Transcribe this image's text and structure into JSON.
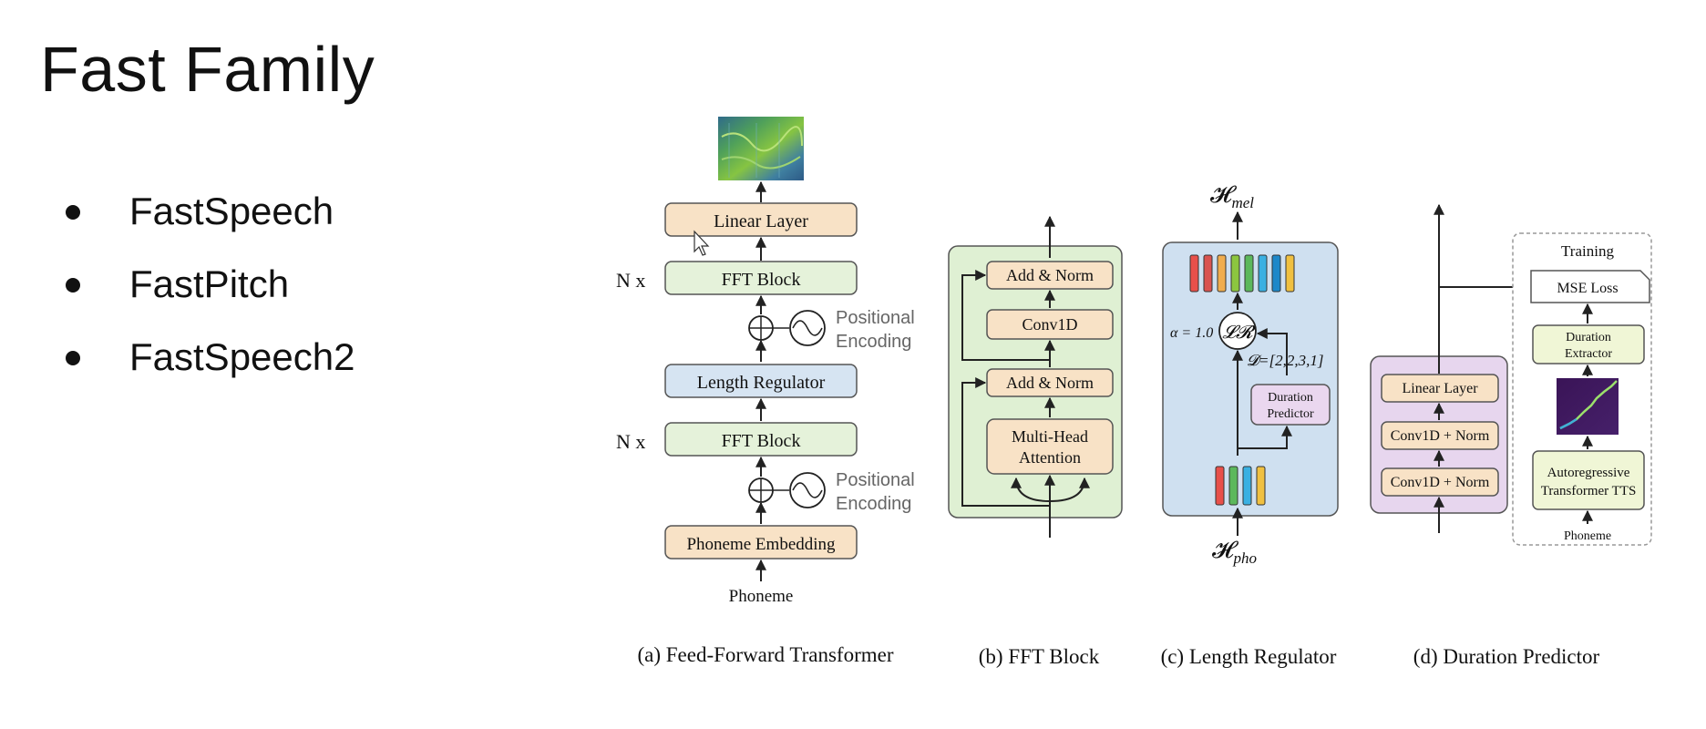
{
  "title": "Fast Family",
  "bullets": [
    "FastSpeech",
    "FastPitch",
    "FastSpeech2"
  ],
  "panel_a": {
    "linear_layer": "Linear Layer",
    "fft_block": "FFT Block",
    "length_regulator": "Length Regulator",
    "phoneme_embedding": "Phoneme Embedding",
    "phoneme": "Phoneme",
    "n_x": "N x",
    "positional_1": "Positional",
    "encoding_1": "Encoding",
    "caption": "(a) Feed-Forward Transformer"
  },
  "panel_b": {
    "add_norm": "Add & Norm",
    "conv1d": "Conv1D",
    "multi_head_1": "Multi-Head",
    "multi_head_2": "Attention",
    "caption": "(b) FFT Block"
  },
  "panel_c": {
    "h_mel": "𝓗",
    "h_mel_sub": "mel",
    "h_pho": "𝓗",
    "h_pho_sub": "pho",
    "alpha": "α = 1.0",
    "lr": "𝓛𝓡",
    "d_vector": "𝓓=[2,2,3,1]",
    "duration_1": "Duration",
    "duration_2": "Predictor",
    "caption": "(c) Length Regulator",
    "mel_colors": [
      "#e8504a",
      "#d9534f",
      "#f0ad4e",
      "#8cc63f",
      "#5cb85c",
      "#3ab0e2",
      "#1e88c9",
      "#f0c040"
    ],
    "pho_colors": [
      "#e8504a",
      "#5cb85c",
      "#3ab0e2",
      "#f0c040"
    ]
  },
  "panel_d": {
    "linear_layer": "Linear Layer",
    "conv_norm": "Conv1D + Norm",
    "training": "Training",
    "mse_loss": "MSE Loss",
    "duration_extractor_1": "Duration",
    "duration_extractor_2": "Extractor",
    "autoregressive_1": "Autoregressive",
    "autoregressive_2": "Transformer TTS",
    "phoneme": "Phoneme",
    "caption": "(d) Duration Predictor"
  },
  "colors": {
    "orange_box": "#f8e2c6",
    "green_box": "#e5f2da",
    "blue_box": "#d6e4f2",
    "purple_box": "#ead7ef",
    "yellowgreen_box": "#f0f6d6",
    "panel_green": "#dff0d3",
    "panel_blue": "#cfe0f0",
    "panel_purple": "#e7d6ee"
  }
}
